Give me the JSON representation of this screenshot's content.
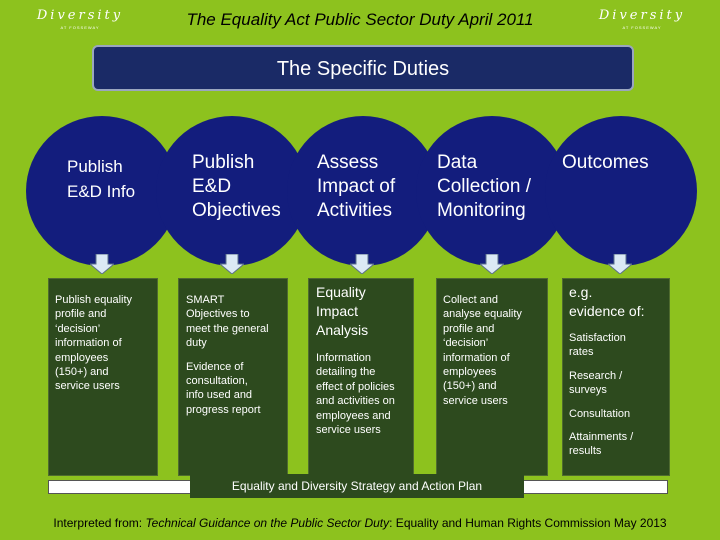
{
  "logos": {
    "word": "Diversity",
    "sub": "AT FOSSEWAY"
  },
  "title": "The Equality Act Public Sector Duty April 2011",
  "banner": "The Specific Duties",
  "columns": [
    {
      "heading": [
        "Publish",
        "E&D Info"
      ],
      "details": [
        "Publish  equality",
        "profile  and",
        "‘decision’",
        "information of",
        "employees",
        "(150+) and",
        "service users"
      ]
    },
    {
      "heading": [
        "Publish",
        "E&D",
        "Objectives"
      ],
      "details": [
        "SMART",
        "Objectives to",
        "meet the general",
        "duty",
        "",
        "Evidence of",
        "consultation,",
        "info used and",
        "progress report"
      ]
    },
    {
      "heading": [
        "Assess",
        "Impact of",
        "Activities"
      ],
      "details_title": [
        "Equality",
        "Impact",
        "Analysis"
      ],
      "details": [
        "Information",
        "detailing the",
        "effect of policies",
        "and activities on",
        "employees and",
        "service users"
      ]
    },
    {
      "heading": [
        "Data",
        "Collection /",
        "Monitoring"
      ],
      "details": [
        "Collect and",
        "analyse  equality",
        "profile  and",
        "‘decision’",
        "information of",
        "employees",
        "(150+) and",
        "service users"
      ]
    },
    {
      "heading": [
        "Outcomes"
      ],
      "details_title": [
        "e.g.",
        "evidence of:"
      ],
      "details": [
        "Satisfaction",
        "rates",
        "",
        "Research /",
        "surveys",
        "",
        "Consultation",
        "",
        "Attainments /",
        "results"
      ]
    }
  ],
  "strategy": "Equality and Diversity Strategy and Action Plan",
  "footer": {
    "prefix": "Interpreted from: ",
    "source": "Technical Guidance on the Public Sector Duty",
    "suffix": ": Equality and Human Rights Commission May 2013"
  },
  "colors": {
    "background": "#8dc21e",
    "circle": "#131d7d",
    "box": "#2d4a1e",
    "banner": "#1a2a66"
  }
}
